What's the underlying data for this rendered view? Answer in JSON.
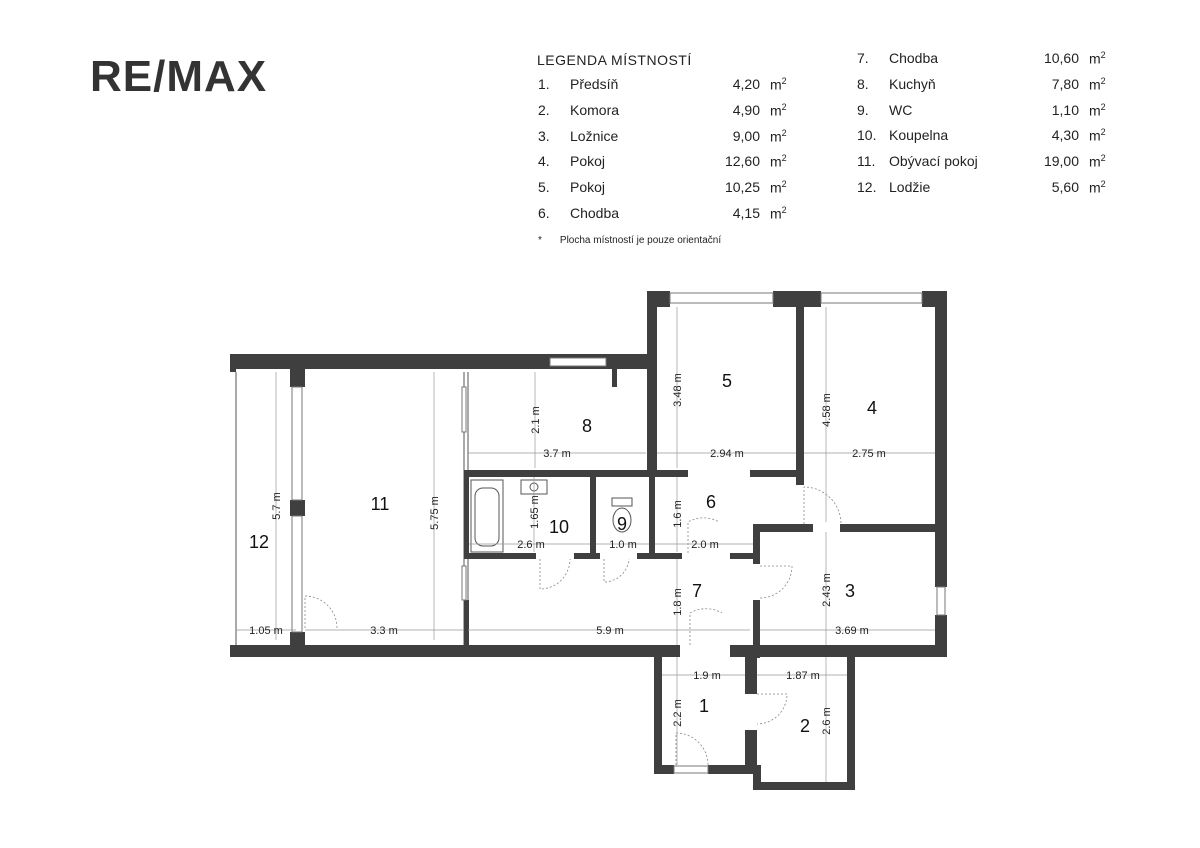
{
  "logo": "RE/MAX",
  "legend": {
    "title": "LEGENDA MÍSTNOSTÍ",
    "unit": "m",
    "unit_sup": "2",
    "rooms": [
      {
        "num": "1.",
        "name": "Předsíň",
        "area": "4,20"
      },
      {
        "num": "2.",
        "name": "Komora",
        "area": "4,90"
      },
      {
        "num": "3.",
        "name": "Ložnice",
        "area": "9,00"
      },
      {
        "num": "4.",
        "name": "Pokoj",
        "area": "12,60"
      },
      {
        "num": "5.",
        "name": "Pokoj",
        "area": "10,25"
      },
      {
        "num": "6.",
        "name": "Chodba",
        "area": "4,15"
      },
      {
        "num": "7.",
        "name": "Chodba",
        "area": "10,60"
      },
      {
        "num": "8.",
        "name": "Kuchyň",
        "area": "7,80"
      },
      {
        "num": "9.",
        "name": "WC",
        "area": "1,10"
      },
      {
        "num": "10.",
        "name": "Koupelna",
        "area": "4,30"
      },
      {
        "num": "11.",
        "name": "Obývací pokoj",
        "area": "19,00"
      },
      {
        "num": "12.",
        "name": "Lodžie",
        "area": "5,60"
      }
    ],
    "note_star": "*",
    "note": "Plocha místností je pouze orientační"
  },
  "plan": {
    "room_labels": [
      "1",
      "2",
      "3",
      "4",
      "5",
      "6",
      "7",
      "8",
      "9",
      "10",
      "11",
      "12"
    ],
    "dimensions": {
      "d_11_w": "3.3 m",
      "d_11_h": "5.75 m",
      "d_12_w": "1.05 m",
      "d_12_h": "5.7 m",
      "d_8_w": "3.7 m",
      "d_8_h": "2.1 m",
      "d_5_w": "2.94 m",
      "d_5_h": "3.48 m",
      "d_4_w": "2.75 m",
      "d_4_h": "4.58 m",
      "d_10_w": "2.6 m",
      "d_10_h": "1.65 m",
      "d_9_w": "1.0 m",
      "d_6_w": "2.0 m",
      "d_6_h": "1.6 m",
      "d_7_w": "5.9 m",
      "d_7_h": "1.8 m",
      "d_3_w": "3.69 m",
      "d_3_h": "2.43 m",
      "d_1_w": "1.9 m",
      "d_1_h": "2.2 m",
      "d_2_w": "1.87 m",
      "d_2_h": "2.6 m"
    }
  }
}
